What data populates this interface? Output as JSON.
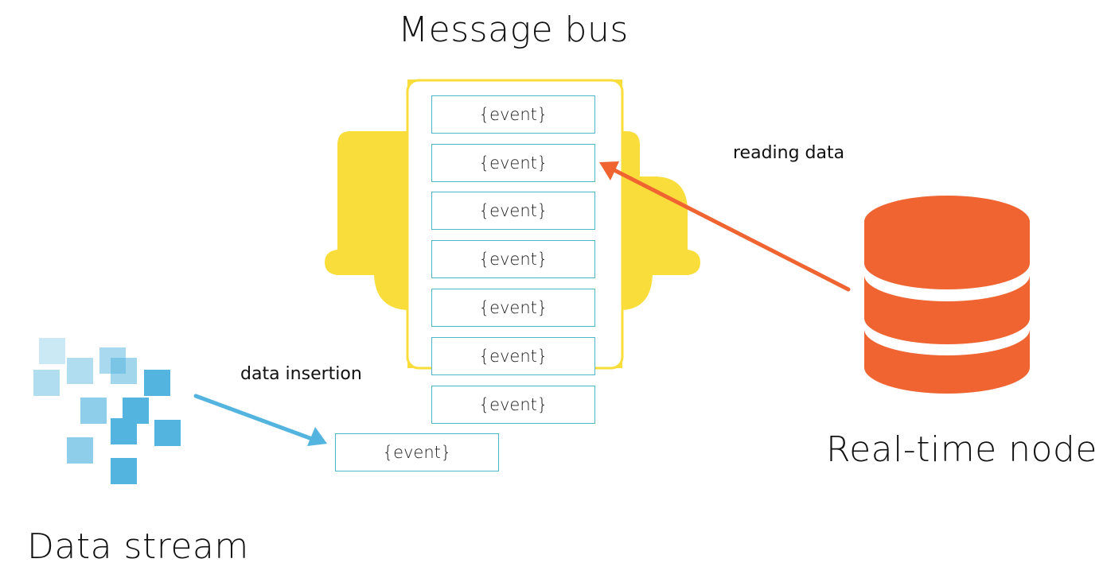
{
  "labels": {
    "message_bus": "Message bus",
    "data_stream": "Data stream",
    "realtime_node": "Real-time node",
    "reading_data": "reading data",
    "data_insertion": "data insertion"
  },
  "events": [
    "{event}",
    "{event}",
    "{event}",
    "{event}",
    "{event}",
    "{event}",
    "{event}"
  ],
  "incoming_event": "{event}",
  "colors": {
    "bus_yellow": "#f9dd3a",
    "event_border": "#4fb4c6",
    "database_orange": "#f06432",
    "stream_blue": "#53b4df",
    "arrow_blue": "#53b4df",
    "arrow_orange": "#f06432"
  },
  "icons": {
    "database": "database-icon",
    "data_stream": "data-stream-icon",
    "message_bus": "message-bus-icon"
  }
}
